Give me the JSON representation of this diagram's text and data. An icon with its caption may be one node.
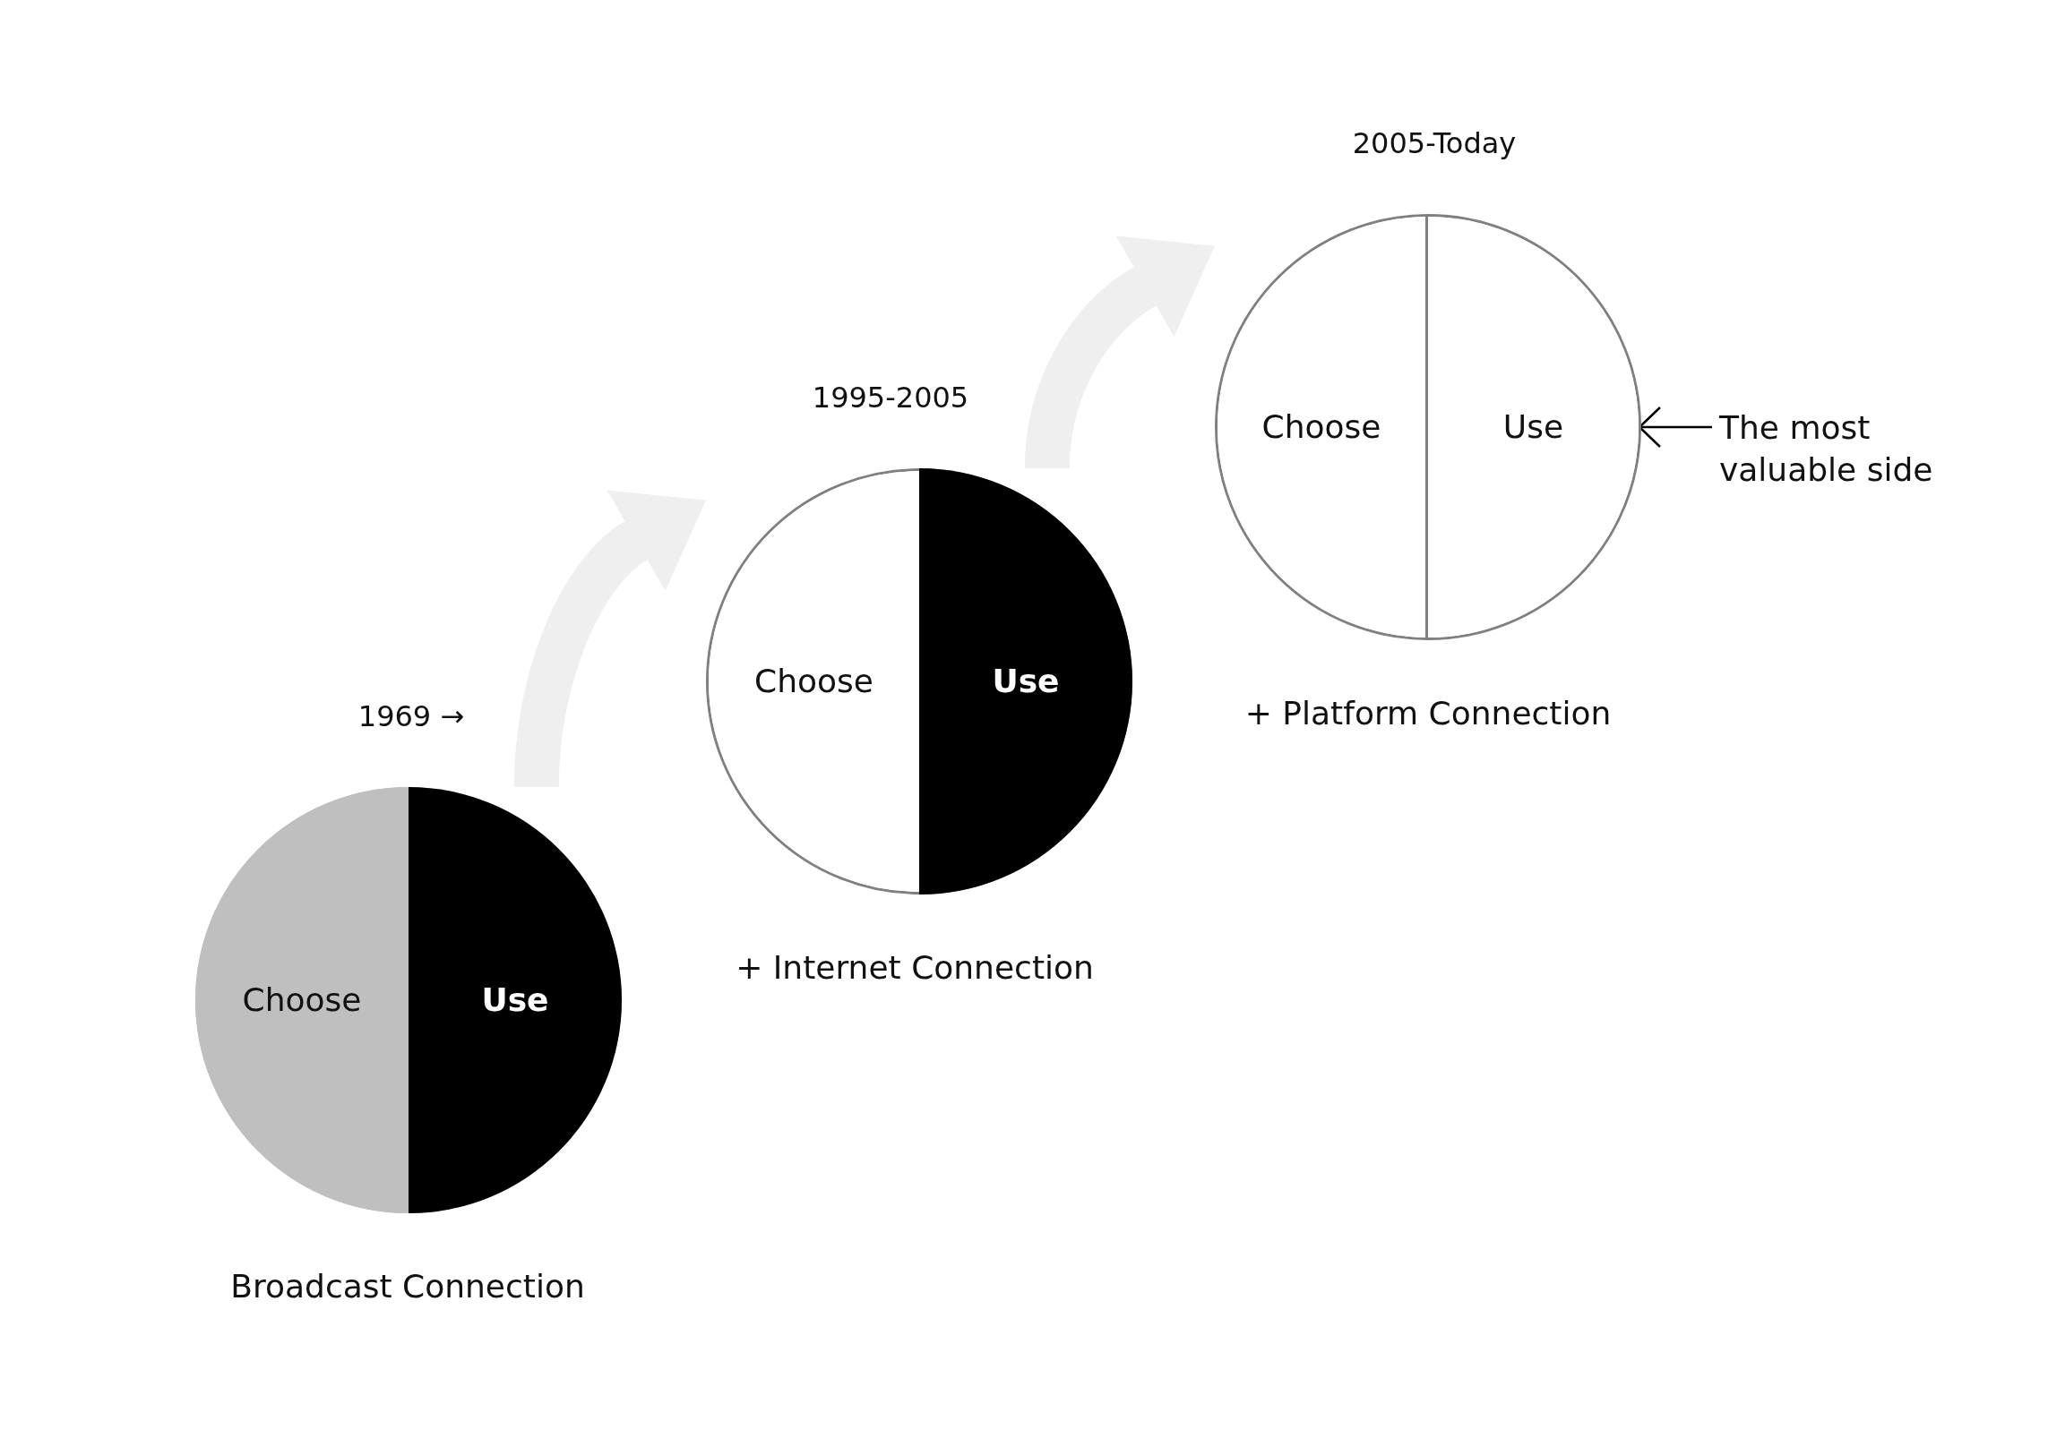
{
  "diagram": {
    "nodes": [
      {
        "text": [],
        "shape": "circle",
        "beside": [
          "1969 →",
          "Broadcast Connection"
        ]
      },
      {
        "text": [
          "Choose"
        ],
        "in": 0
      },
      {
        "text": [
          "Use"
        ],
        "in": 0
      },
      {
        "text": [],
        "shape": "circle",
        "beside": [
          "1995-2005",
          "+ Internet Connection"
        ]
      },
      {
        "text": [
          "Choose"
        ],
        "in": 3
      },
      {
        "text": [
          "Use"
        ],
        "in": 3
      },
      {
        "text": [],
        "shape": "circle",
        "beside": [
          "2005-Today",
          "+ Platform Connection"
        ]
      },
      {
        "text": [
          "Choose"
        ],
        "in": 6
      },
      {
        "text": [
          "Use"
        ],
        "in": 6
      },
      {
        "text": [
          "The most valuable side"
        ]
      }
    ],
    "edges": [
      {
        "from": 0,
        "to": 3,
        "arrow": "to",
        "color": "#efefef"
      },
      {
        "from": 3,
        "to": 6,
        "arrow": "to",
        "color": "#efefef"
      },
      {
        "from": 9,
        "to": 8,
        "arrow": "to",
        "color": "#000000"
      }
    ]
  }
}
